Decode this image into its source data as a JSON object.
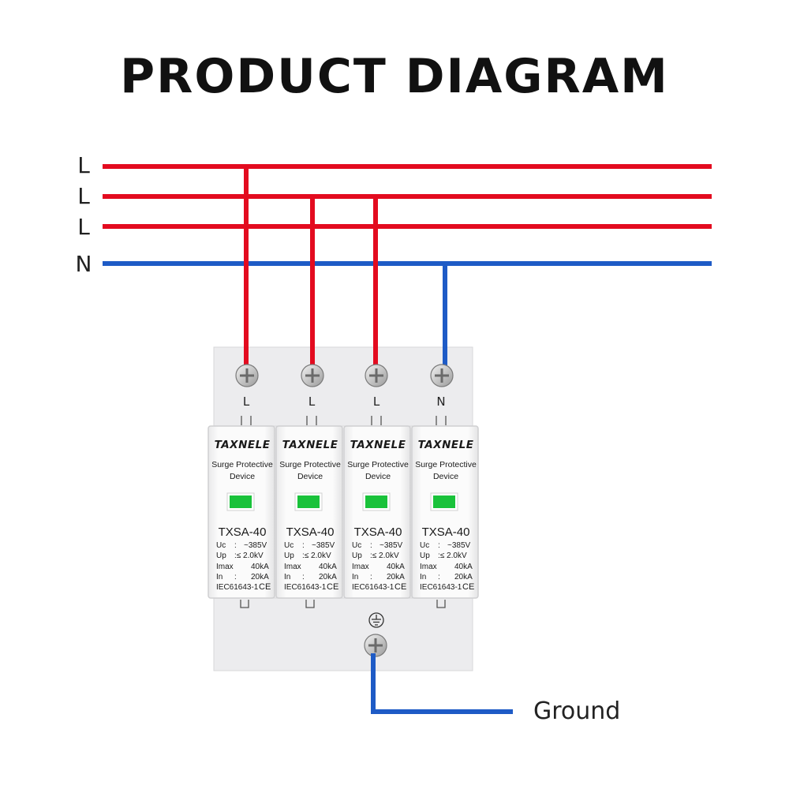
{
  "title": "PRODUCT  DIAGRAM",
  "lines": [
    {
      "label": "L",
      "color": "#e30b1f"
    },
    {
      "label": "L",
      "color": "#e30b1f"
    },
    {
      "label": "L",
      "color": "#e30b1f"
    },
    {
      "label": "N",
      "color": "#1e5bc6"
    }
  ],
  "terminals": [
    "L",
    "L",
    "L",
    "N"
  ],
  "modules": [
    {
      "brand": "TAXNELE",
      "product_line1": "Surge Protective",
      "product_line2": "Device",
      "model": "TXSA-40",
      "uc_label": "Uc",
      "uc_sep": ":",
      "uc_value": "~385V",
      "up_label": "Up",
      "up_value": ":≤ 2.0kV",
      "imax_label": "Imax",
      "imax_value": "40kA",
      "in_label": "In",
      "in_sep": ":",
      "in_value": "20kA",
      "standard": "IEC61643-1",
      "mark": "CE"
    },
    {
      "brand": "TAXNELE",
      "product_line1": "Surge Protective",
      "product_line2": "Device",
      "model": "TXSA-40",
      "uc_label": "Uc",
      "uc_sep": ":",
      "uc_value": "~385V",
      "up_label": "Up",
      "up_value": ":≤ 2.0kV",
      "imax_label": "Imax",
      "imax_value": "40kA",
      "in_label": "In",
      "in_sep": ":",
      "in_value": "20kA",
      "standard": "IEC61643-1",
      "mark": "CE"
    },
    {
      "brand": "TAXNELE",
      "product_line1": "Surge Protective",
      "product_line2": "Device",
      "model": "TXSA-40",
      "uc_label": "Uc",
      "uc_sep": ":",
      "uc_value": "~385V",
      "up_label": "Up",
      "up_value": ":≤ 2.0kV",
      "imax_label": "Imax",
      "imax_value": "40kA",
      "in_label": "In",
      "in_sep": ":",
      "in_value": "20kA",
      "standard": "IEC61643-1",
      "mark": "CE"
    },
    {
      "brand": "TAXNELE",
      "product_line1": "Surge Protective",
      "product_line2": "Device",
      "model": "TXSA-40",
      "uc_label": "Uc",
      "uc_sep": ":",
      "uc_value": "~385V",
      "up_label": "Up",
      "up_value": ":≤ 2.0kV",
      "imax_label": "Imax",
      "imax_value": "40kA",
      "in_label": "In",
      "in_sep": ":",
      "in_value": "20kA",
      "standard": "IEC61643-1",
      "mark": "CE"
    }
  ],
  "ground_label": "Ground",
  "ground_icon": "earth-ground-icon",
  "indicator_color": "#19c23a"
}
